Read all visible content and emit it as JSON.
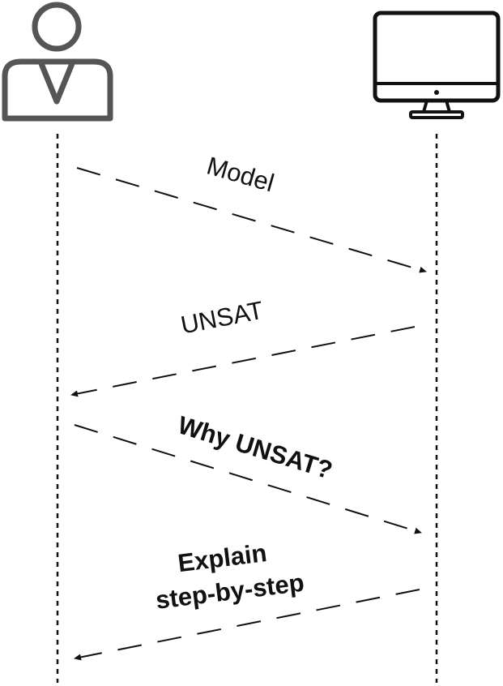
{
  "diagram": {
    "actors": [
      {
        "name": "user",
        "icon": "user-icon"
      },
      {
        "name": "computer",
        "icon": "computer-monitor-icon"
      }
    ],
    "messages": [
      {
        "id": "msg-model",
        "from": "user",
        "to": "computer",
        "lines": [
          "Model"
        ],
        "weight": "normal"
      },
      {
        "id": "msg-unsat",
        "from": "computer",
        "to": "user",
        "lines": [
          "UNSAT"
        ],
        "weight": "normal"
      },
      {
        "id": "msg-why-unsat",
        "from": "user",
        "to": "computer",
        "lines": [
          "Why UNSAT?"
        ],
        "weight": "bold"
      },
      {
        "id": "msg-explain",
        "from": "computer",
        "to": "user",
        "lines": [
          "Explain",
          "step-by-step"
        ],
        "weight": "bold"
      }
    ],
    "colors": {
      "stroke": "#111111",
      "icon": "#555555",
      "background": "#ffffff"
    }
  }
}
